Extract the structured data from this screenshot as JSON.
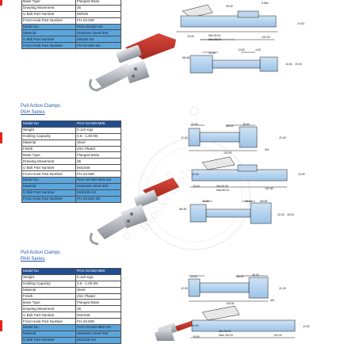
{
  "sections": [
    {
      "title": "",
      "series": "",
      "rows": [
        {
          "label": "Base Type",
          "value": "Flanged Base",
          "style": "white"
        },
        {
          "label": "Drawing Movement",
          "value": "35",
          "style": "white"
        },
        {
          "label": "U Bolt Part Number",
          "value": "M4045",
          "style": "white"
        },
        {
          "label": "Front Hook Part Number",
          "value": "FH-15-500",
          "style": "white"
        },
        {
          "label": "Model No",
          "value": "PAH-15-500-SS",
          "style": "blue"
        },
        {
          "label": "Material",
          "value": "Stainless Steel-304",
          "style": "blue"
        },
        {
          "label": "U Bolt Part Number",
          "value": "M4045-SS",
          "style": "blue"
        },
        {
          "label": "Front Hook Part Number",
          "value": "FH-15-500-SS",
          "style": "blue"
        }
      ],
      "dims_side": [
        "90.00",
        "5 Mm",
        "24.00",
        "15.00",
        "Min 25.00",
        "Max 35.00",
        "101.00"
      ],
      "dims_top": [
        "13.00",
        "4.50",
        "12.00",
        "Ø4.50",
        "16.00",
        "20.00"
      ]
    },
    {
      "title": "Pull Action Clamps",
      "series": "PAH Series",
      "rows": [
        {
          "label": "Model No",
          "value": "PAH-15-500-M25",
          "style": "head"
        },
        {
          "label": "Weight",
          "value": "0.110 Kgs",
          "style": "white"
        },
        {
          "label": "Holding Capacity",
          "value": "3.5 - 1.00 kN",
          "style": "white"
        },
        {
          "label": "Material",
          "value": "Steel",
          "style": "white"
        },
        {
          "label": "Finish",
          "value": "Zinc Plated",
          "style": "white"
        },
        {
          "label": "Base Type",
          "value": "Flanged Base",
          "style": "white"
        },
        {
          "label": "Drawing Movement",
          "value": "35",
          "style": "white"
        },
        {
          "label": "U Bolt Part Number",
          "value": "M41545",
          "style": "white"
        },
        {
          "label": "Front Hook Part Number",
          "value": "FH-15-500",
          "style": "white"
        },
        {
          "label": "Model No",
          "value": "PAH-15-500-M25-SS",
          "style": "blue"
        },
        {
          "label": "Material",
          "value": "Stainless Steel-304",
          "style": "blue"
        },
        {
          "label": "U Bolt Part Number",
          "value": "M41545-SS",
          "style": "blue"
        },
        {
          "label": "Front Hook Part Number",
          "value": "FH-15-500-SS",
          "style": "blue"
        }
      ],
      "dims_top1": [
        "22.00",
        "Ø4.00",
        "45.00",
        "12.00",
        "21.00",
        "115.00",
        "M4"
      ],
      "dims_side": [
        "10.00",
        "24.00",
        "15.00",
        "Min 50.00",
        "Max 80.00",
        "101.00"
      ],
      "dims_top2": [
        "12.00",
        "26.00",
        "Ø4.50",
        "Ø4.50",
        "20.00",
        "18.00"
      ]
    },
    {
      "title": "Pull Action Clamps",
      "series": "PAH Series",
      "rows": [
        {
          "label": "Model No",
          "value": "PAH-15-500-M50",
          "style": "head"
        },
        {
          "label": "Weight",
          "value": "0.120 Kgs",
          "style": "white"
        },
        {
          "label": "Holding Capacity",
          "value": "3.5 - 1.00 kN",
          "style": "white"
        },
        {
          "label": "Material",
          "value": "Steel",
          "style": "white"
        },
        {
          "label": "Finish",
          "value": "Zinc Plated",
          "style": "white"
        },
        {
          "label": "Base Type",
          "value": "Flanged Base",
          "style": "white"
        },
        {
          "label": "Drawing Movement",
          "value": "35",
          "style": "white"
        },
        {
          "label": "U Bolt Part Number",
          "value": "M41045",
          "style": "white"
        },
        {
          "label": "Front Hook Part Number",
          "value": "FH-15-500",
          "style": "white"
        },
        {
          "label": "Model No",
          "value": "PAH-15-500-M50-SS",
          "style": "blue"
        },
        {
          "label": "Material",
          "value": "Stainless Steel-304",
          "style": "blue"
        },
        {
          "label": "U Bolt Part Number",
          "value": "M41045-SS",
          "style": "blue"
        }
      ],
      "dims_top1": [
        "22.00",
        "Ø4.00",
        "45.00",
        "12.00",
        "21.00",
        "140.00",
        "M4"
      ],
      "dims_side": [
        "10.00",
        "24.00",
        "15.00",
        "Min 75.00",
        "Max 105.00",
        "101.00"
      ]
    }
  ],
  "watermark": "Block-Tools",
  "colors": {
    "accent": "#e2231a",
    "link": "#2a58a8",
    "header": "#1f4e92",
    "stainless": "#5aa6dd",
    "handle": "#c0392b"
  }
}
